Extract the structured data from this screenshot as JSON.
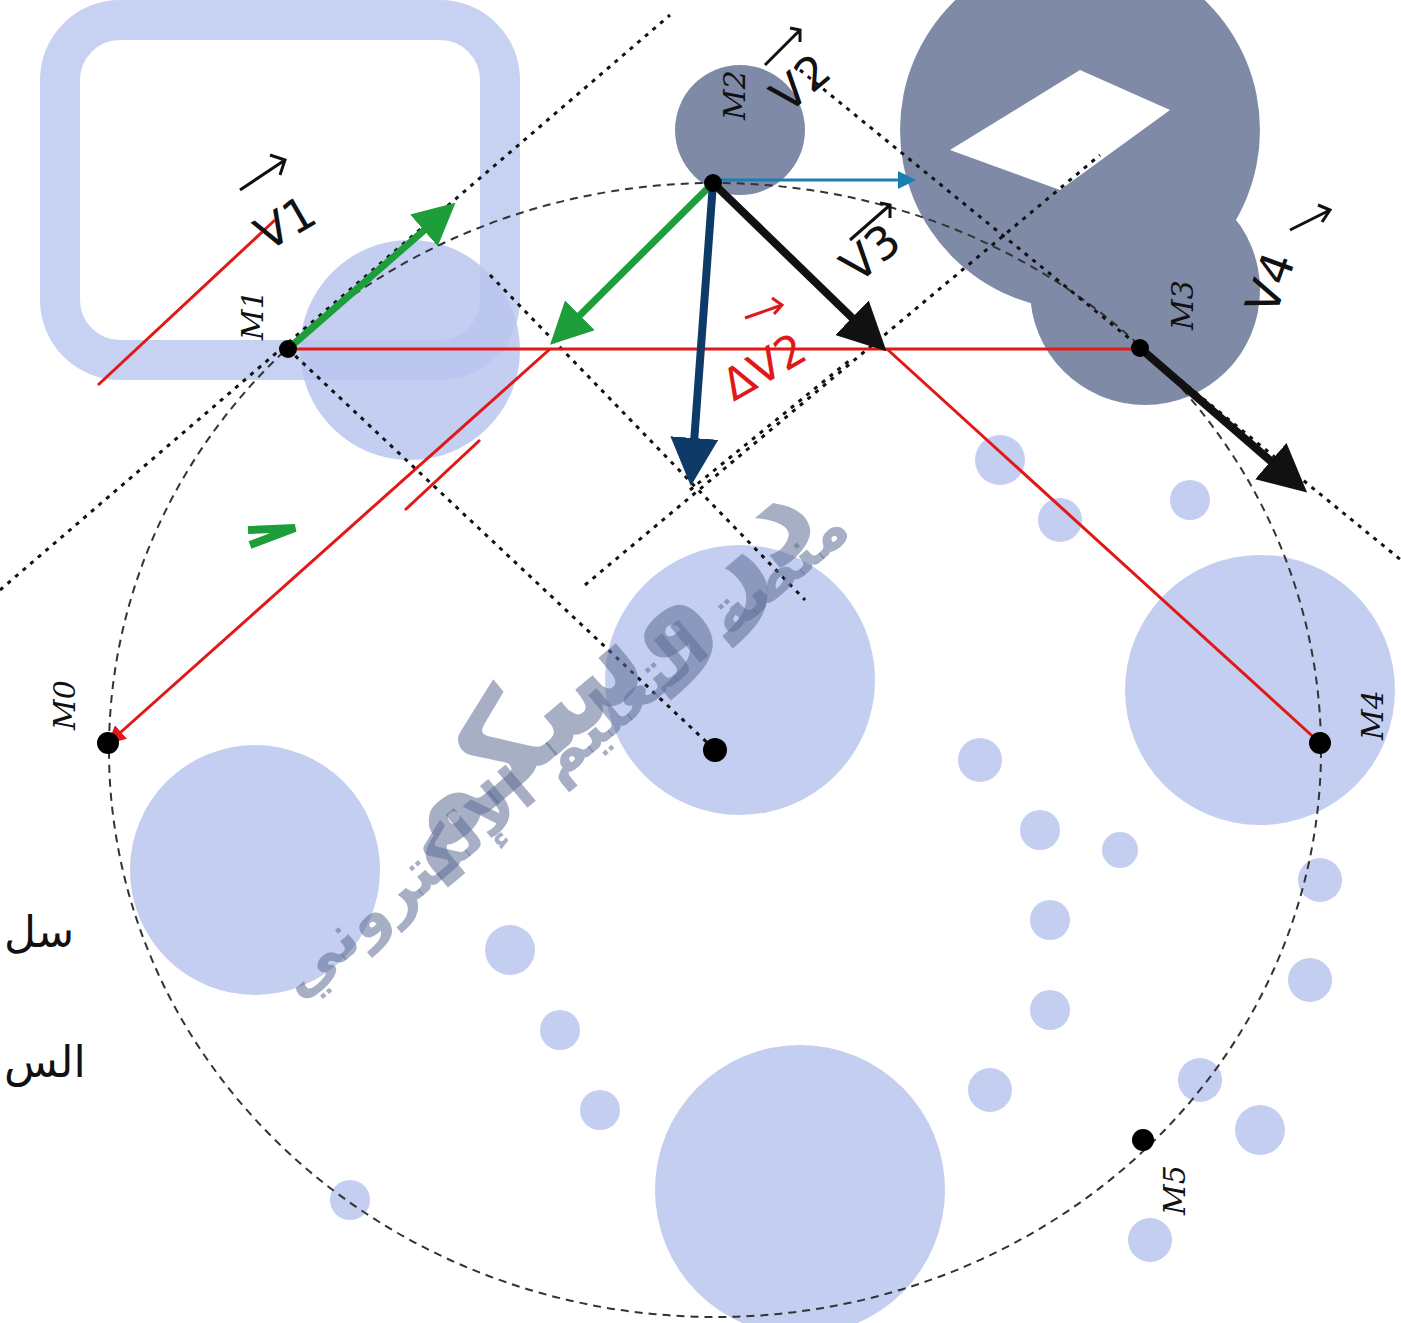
{
  "diagram": {
    "labels": [
      "M0",
      "M1",
      "M2",
      "M3",
      "M4",
      "M5",
      "V1",
      "V2",
      "V3",
      "V4",
      "ΔV2",
      "دروسكم",
      "منصة التعليم الإلكتروني",
      "سل",
      "الس"
    ]
  }
}
